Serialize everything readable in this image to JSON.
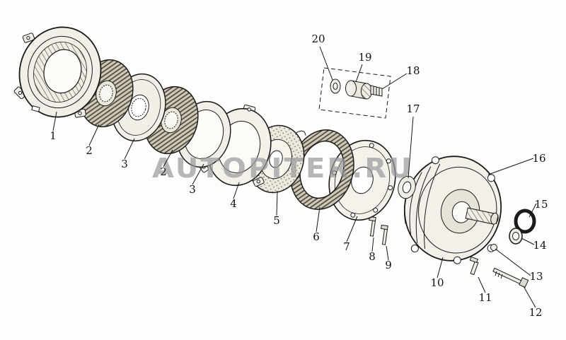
{
  "diagram": {
    "watermark": "AUTOPITER.RU",
    "watermark_color": "#97999c",
    "line_color": "#1a1a1a",
    "background_color": "#fdfdfc",
    "callouts": [
      "1",
      "2",
      "3",
      "2",
      "3",
      "4",
      "5",
      "6",
      "7",
      "8",
      "9",
      "10",
      "11",
      "12",
      "13",
      "14",
      "15",
      "16",
      "17",
      "18",
      "19",
      "20"
    ]
  }
}
